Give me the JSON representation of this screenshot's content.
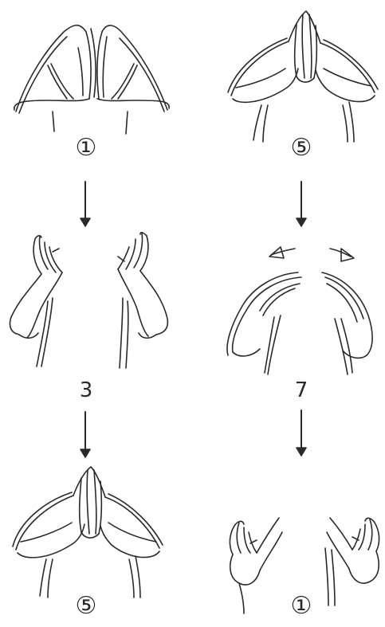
{
  "colors": {
    "ink": "#2a2a2a",
    "background": "#ffffff"
  },
  "steps": {
    "left_top_label": "①",
    "left_mid_label": "3",
    "left_bottom_label": "⑤",
    "right_top_label": "⑤",
    "right_mid_label": "7",
    "right_bottom_label": "①"
  },
  "icons": [
    "arrow-down-icon",
    "arrow-left-icon",
    "arrow-right-icon"
  ]
}
